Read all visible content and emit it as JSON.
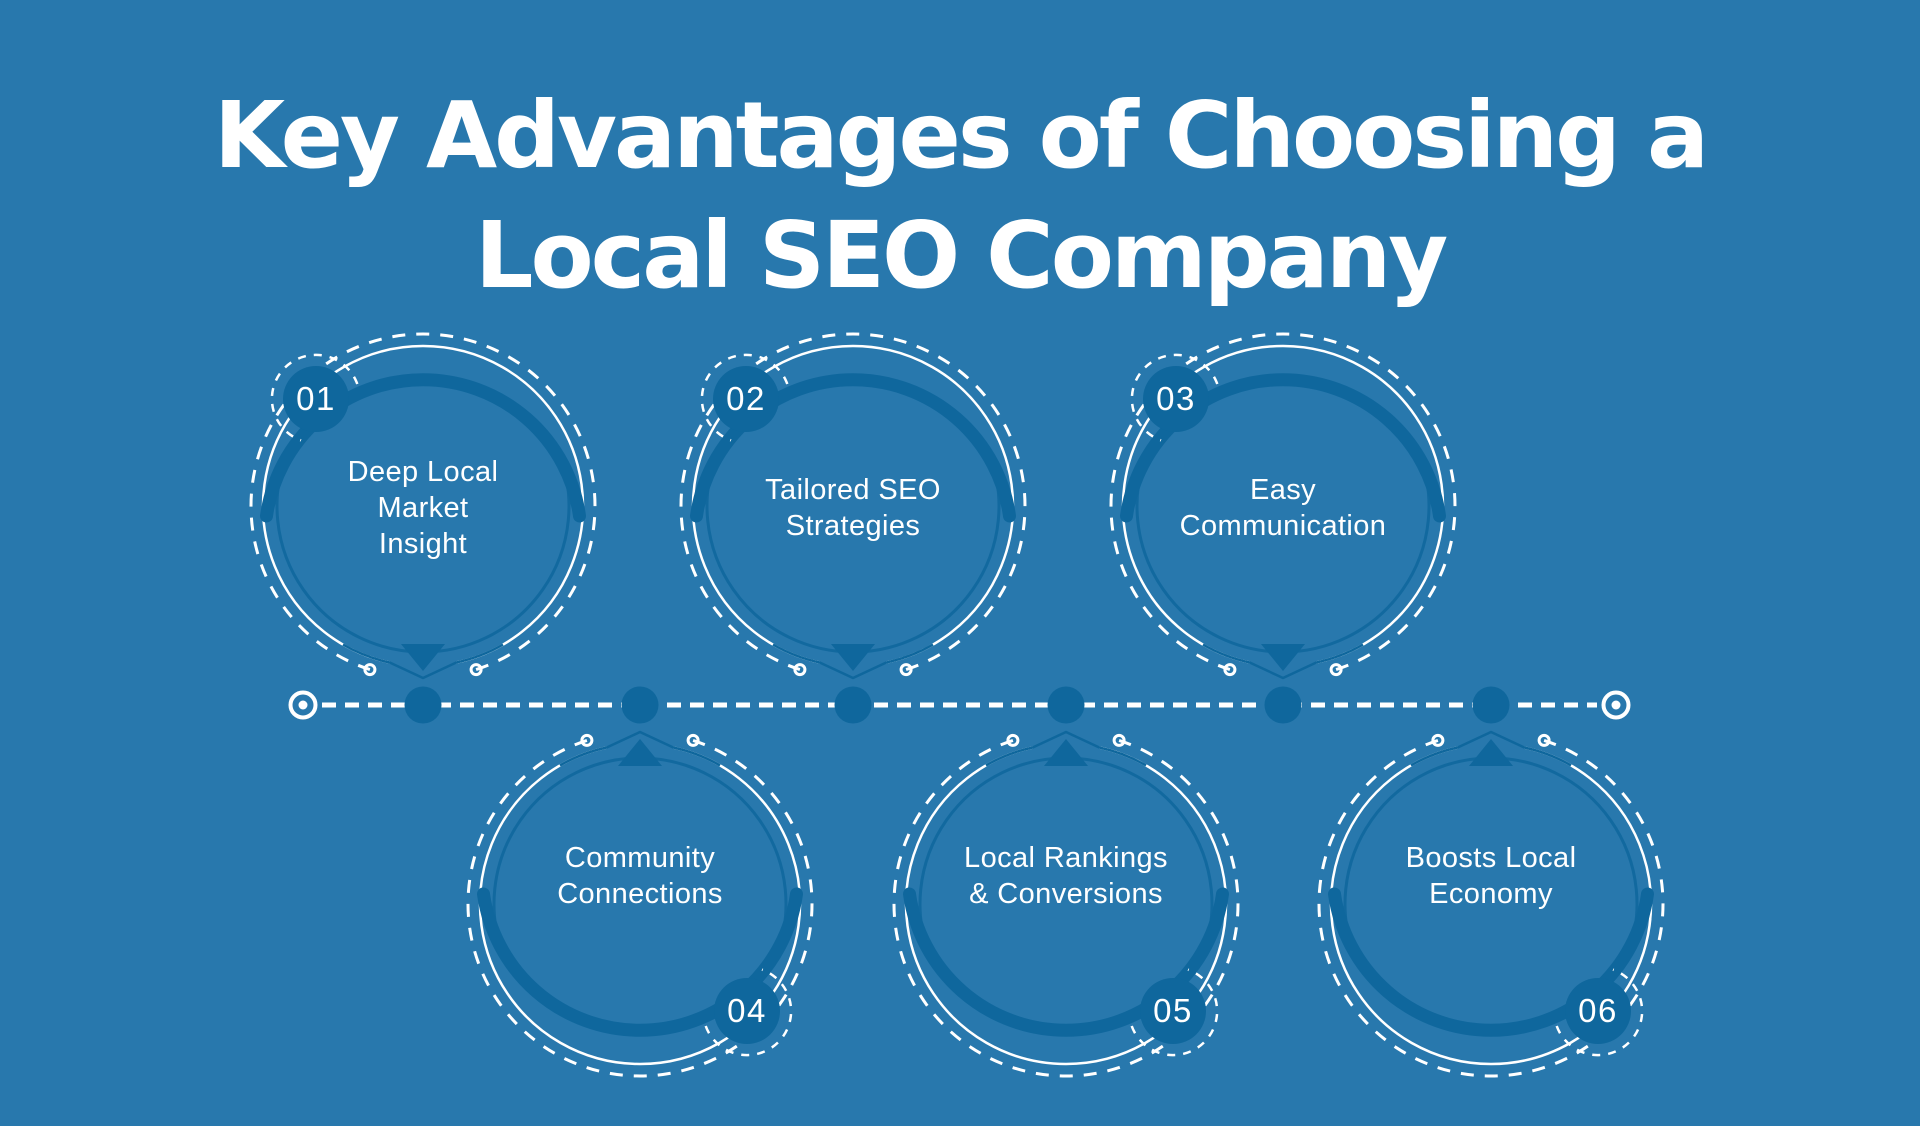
{
  "colors": {
    "background": "#2878ad",
    "dark_blue": "#0f679d",
    "white": "#ffffff"
  },
  "header": {
    "title_line1": "Key Advantages of Choosing a",
    "title_line2": "Local SEO Company"
  },
  "items": [
    {
      "number": "01",
      "label_lines": [
        "Deep Local",
        "Market",
        "Insight"
      ],
      "position": "top"
    },
    {
      "number": "02",
      "label_lines": [
        "Tailored SEO",
        "Strategies"
      ],
      "position": "top"
    },
    {
      "number": "03",
      "label_lines": [
        "Easy",
        "Communication"
      ],
      "position": "top"
    },
    {
      "number": "04",
      "label_lines": [
        "Community",
        "Connections"
      ],
      "position": "bottom"
    },
    {
      "number": "05",
      "label_lines": [
        "Local Rankings",
        "& Conversions"
      ],
      "position": "bottom"
    },
    {
      "number": "06",
      "label_lines": [
        "Boosts Local",
        "Economy"
      ],
      "position": "bottom"
    }
  ],
  "timeline": {
    "description": "dashed horizontal connector with six node dots and bullseye end caps"
  }
}
